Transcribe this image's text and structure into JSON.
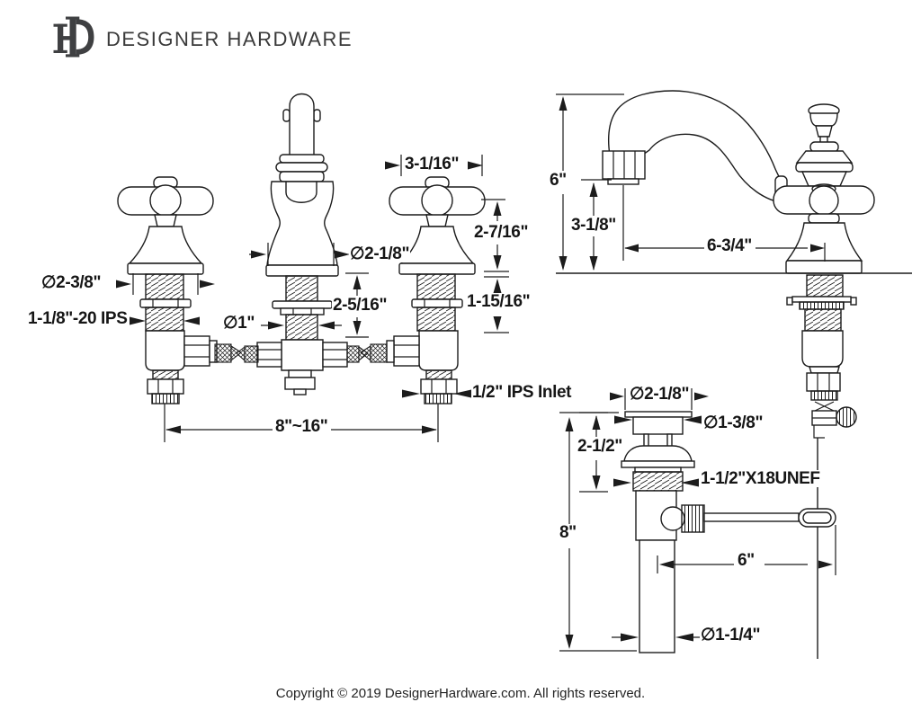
{
  "header": {
    "brand": "DESIGNER HARDWARE",
    "logo": "DH-monogram"
  },
  "front_view": {
    "handle_width": "3-1/16\"",
    "handle_height_above_deck": "2-7/16\"",
    "shank_height_below_deck": "1-15/16\"",
    "spout_base_diameter": "∅2-1/8\"",
    "spout_shank_height": "2-5/16\"",
    "handle_base_diameter": "∅2-3/8\"",
    "shank_thread_spec": "1-1/8\"-20 IPS",
    "spout_shank_diameter": "∅1\"",
    "inlet_spec": "1/2\" IPS Inlet",
    "spread_range": "8\"~16\""
  },
  "side_view": {
    "spout_height": "6\"",
    "spout_outlet_clearance": "3-1/8\"",
    "spout_reach": "6-3/4\""
  },
  "drain_view": {
    "flange_diameter": "∅2-1/8\"",
    "stopper_diameter": "∅1-3/8\"",
    "upper_length": "2-1/2\"",
    "thread_spec": "1-1/2\"X18UNEF",
    "overall_height": "8\"",
    "rod_length": "6\"",
    "tailpiece_diameter": "∅1-1/4\""
  },
  "footer": {
    "copyright": "Copyright © 2019 DesignerHardware.com. All rights reserved."
  }
}
